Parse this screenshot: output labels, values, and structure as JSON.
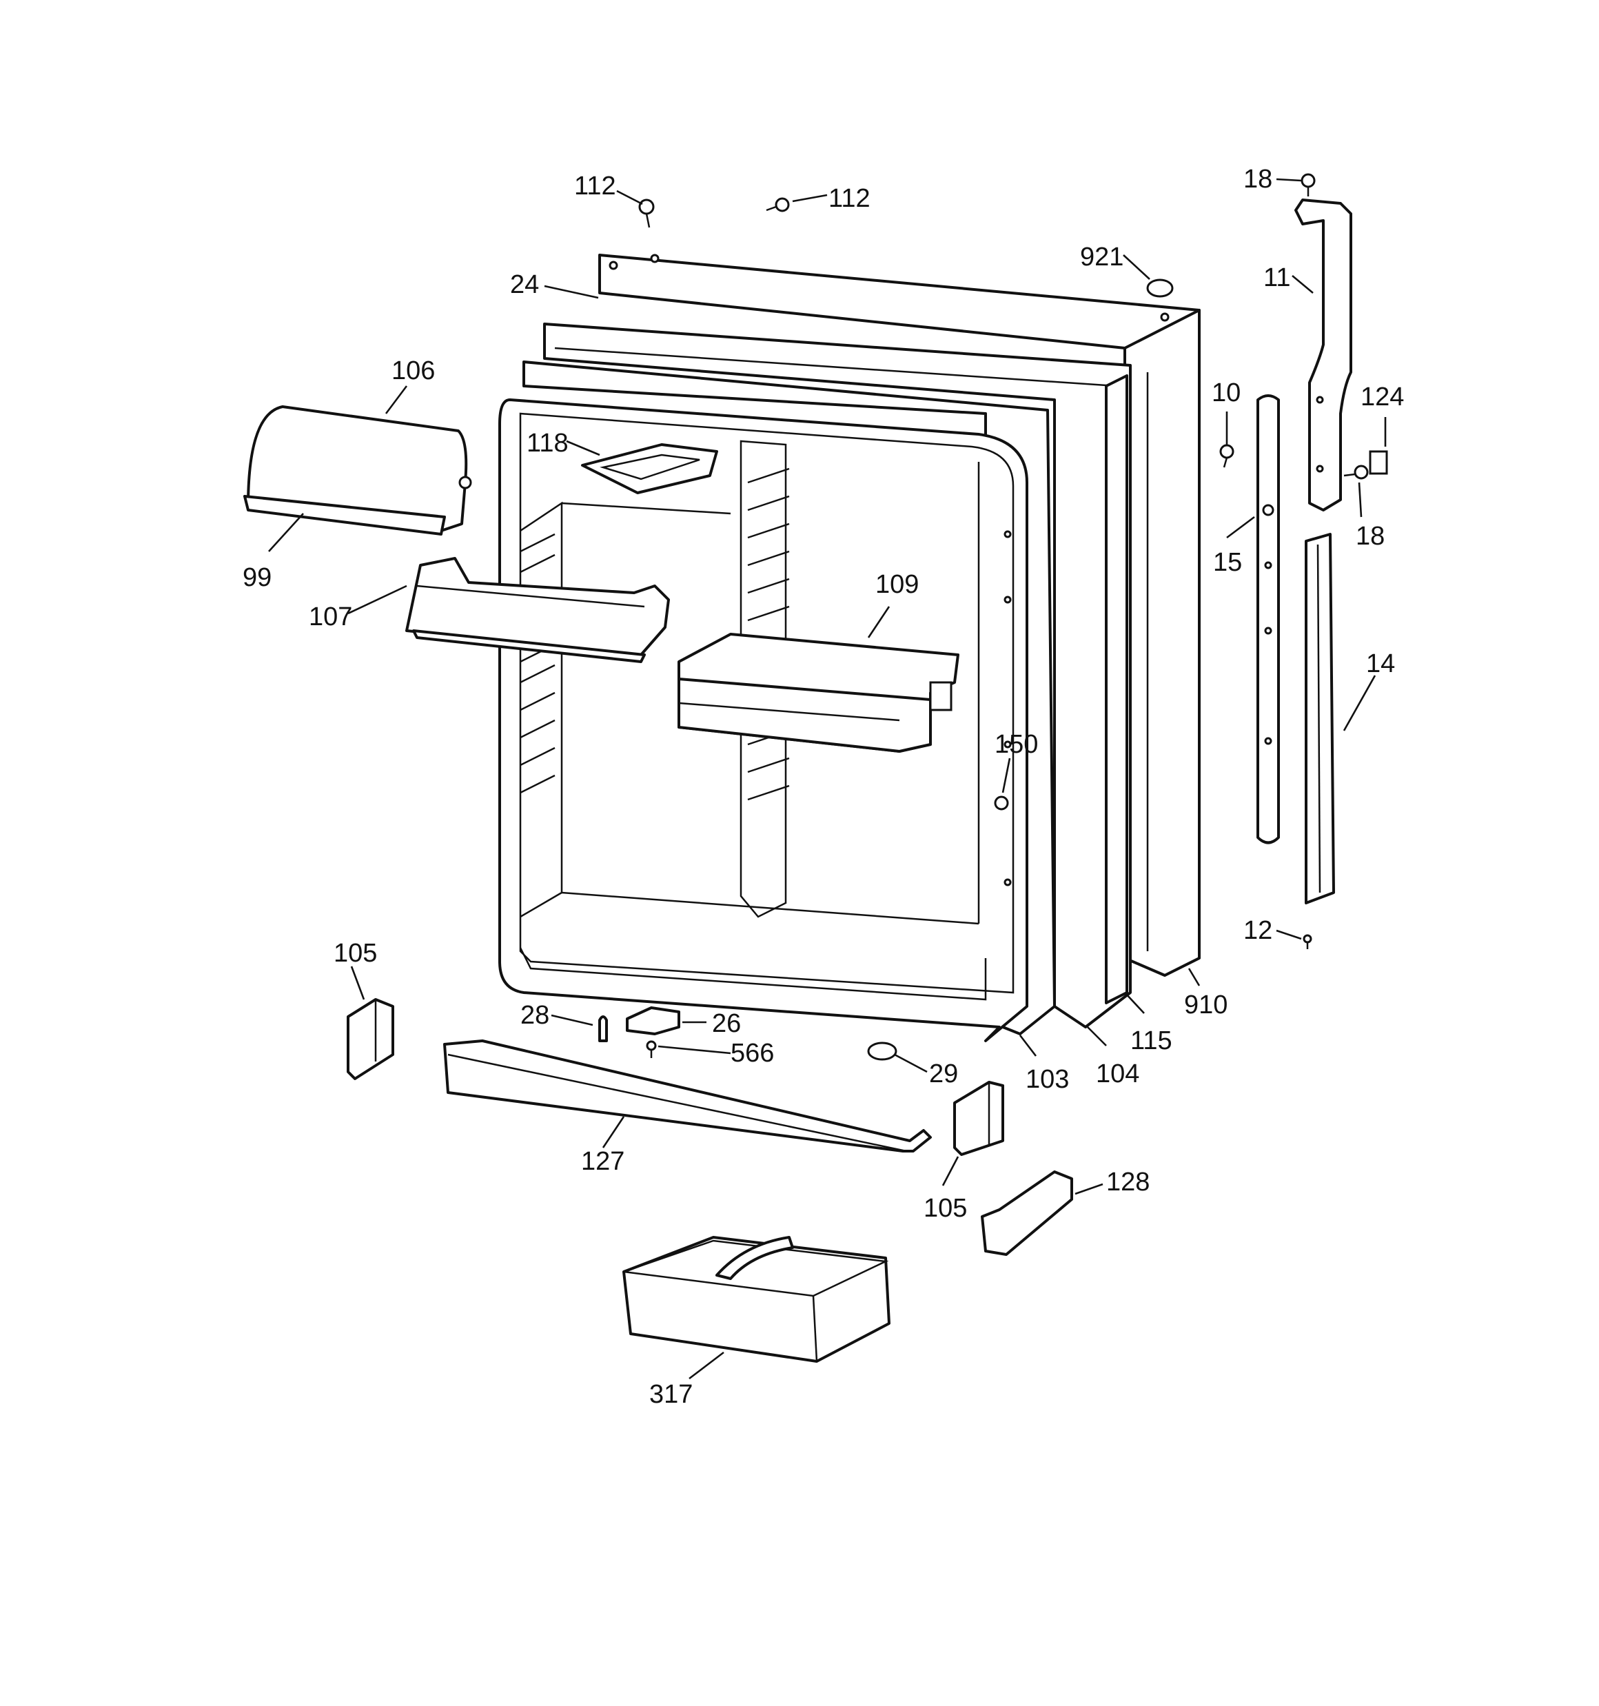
{
  "colors": {
    "line": "#111111",
    "background": "#ffffff"
  },
  "callouts": [
    {
      "id": "c112a",
      "text": "112"
    },
    {
      "id": "c112b",
      "text": "112"
    },
    {
      "id": "c18a",
      "text": "18"
    },
    {
      "id": "c921",
      "text": "921"
    },
    {
      "id": "c24",
      "text": "24"
    },
    {
      "id": "c11",
      "text": "11"
    },
    {
      "id": "c106",
      "text": "106"
    },
    {
      "id": "c10",
      "text": "10"
    },
    {
      "id": "c124",
      "text": "124"
    },
    {
      "id": "c118",
      "text": "118"
    },
    {
      "id": "c18b",
      "text": "18"
    },
    {
      "id": "c99",
      "text": "99"
    },
    {
      "id": "c15",
      "text": "15"
    },
    {
      "id": "c109",
      "text": "109"
    },
    {
      "id": "c107",
      "text": "107"
    },
    {
      "id": "c14",
      "text": "14"
    },
    {
      "id": "c150",
      "text": "150"
    },
    {
      "id": "c12",
      "text": "12"
    },
    {
      "id": "c105a",
      "text": "105"
    },
    {
      "id": "c910",
      "text": "910"
    },
    {
      "id": "c28",
      "text": "28"
    },
    {
      "id": "c26",
      "text": "26"
    },
    {
      "id": "c115",
      "text": "115"
    },
    {
      "id": "c566",
      "text": "566"
    },
    {
      "id": "c29",
      "text": "29"
    },
    {
      "id": "c103",
      "text": "103"
    },
    {
      "id": "c104",
      "text": "104"
    },
    {
      "id": "c127",
      "text": "127"
    },
    {
      "id": "c128",
      "text": "128"
    },
    {
      "id": "c105b",
      "text": "105"
    },
    {
      "id": "c317",
      "text": "317"
    }
  ]
}
